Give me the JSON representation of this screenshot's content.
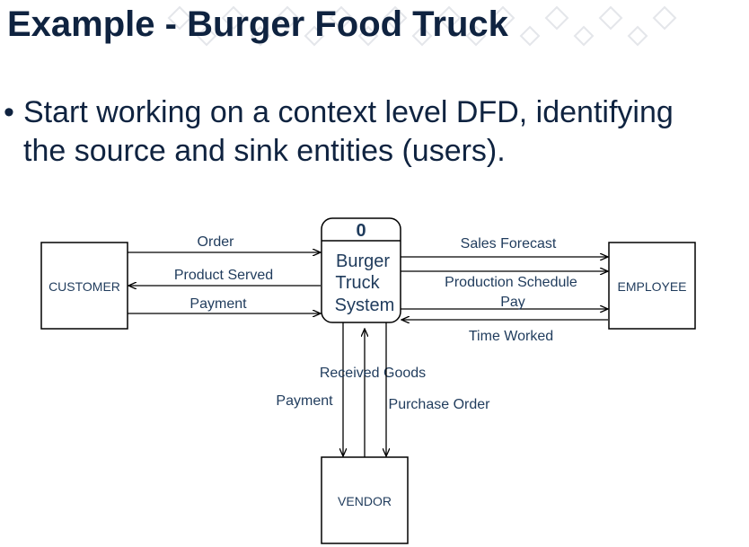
{
  "slide": {
    "title": "Example - Burger Food Truck",
    "bullet_line1": "Start working on a context level DFD, identifying",
    "bullet_line2": "the source and sink entities (users).",
    "bullet_glyph": "•"
  },
  "diagram": {
    "process": {
      "id": "0",
      "line1": "Burger",
      "line2": "Truck",
      "line3": "System"
    },
    "entities": {
      "customer": "CUSTOMER",
      "employee": "EMPLOYEE",
      "vendor": "VENDOR"
    },
    "flows": {
      "order": "Order",
      "product_served": "Product Served",
      "payment_customer": "Payment",
      "sales_forecast": "Sales Forecast",
      "production_schedule": "Production Schedule",
      "pay": "Pay",
      "time_worked": "Time Worked",
      "received_goods": "Received Goods",
      "payment_vendor": "Payment",
      "purchase_order": "Purchase Order"
    }
  },
  "colors": {
    "title": "#0f2340",
    "diagram_text": "#1f3b5c",
    "line": "#000000"
  }
}
